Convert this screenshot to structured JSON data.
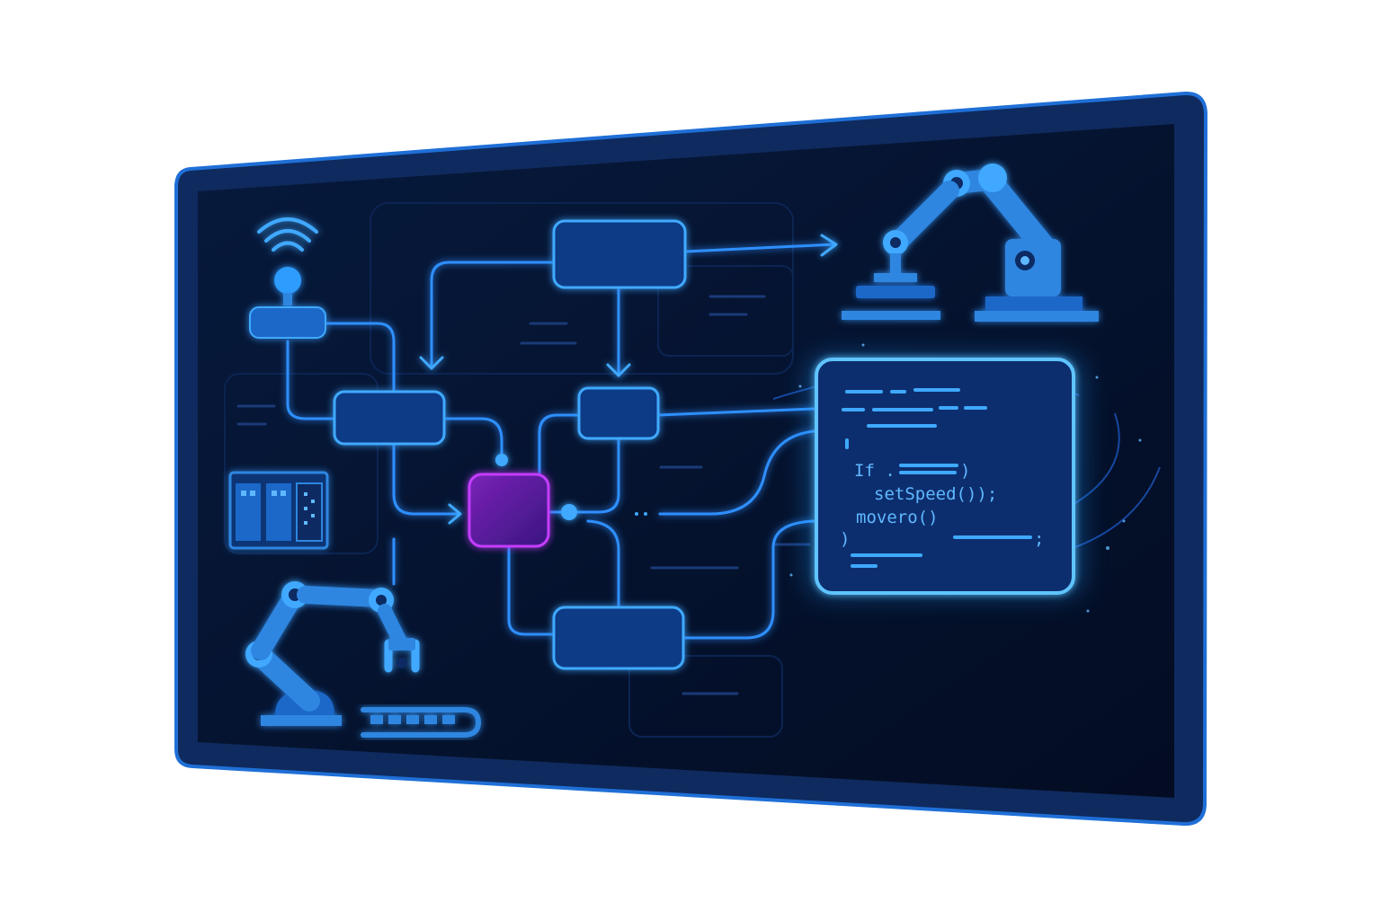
{
  "colors": {
    "page_background": "#ffffff",
    "bezel": "#0f2a5e",
    "bezel_edge": "#1f6fd6",
    "screen": "#04122b",
    "node_fill": "#0a3a86",
    "node_stroke": "#3fa9ff",
    "connector": "#2f8fff",
    "accent_node_fill": "#6a1fa8",
    "accent_node_stroke": "#c43cff",
    "code_glow": "#1c9bff",
    "code_text": "#5fb8ff",
    "robot": "#2f86e0"
  },
  "icons": {
    "sensor": "wireless-sensor-icon",
    "controller": "plc-controller-icon",
    "robot_arm_top": "robot-arm-icon",
    "robot_arm_bottom": "robot-arm-gripper-icon",
    "conveyor": "conveyor-belt-icon"
  },
  "code_panel": {
    "lines": [
      "If .",
      ")",
      "setSpeed());",
      "movero()",
      ")",
      ";"
    ]
  }
}
